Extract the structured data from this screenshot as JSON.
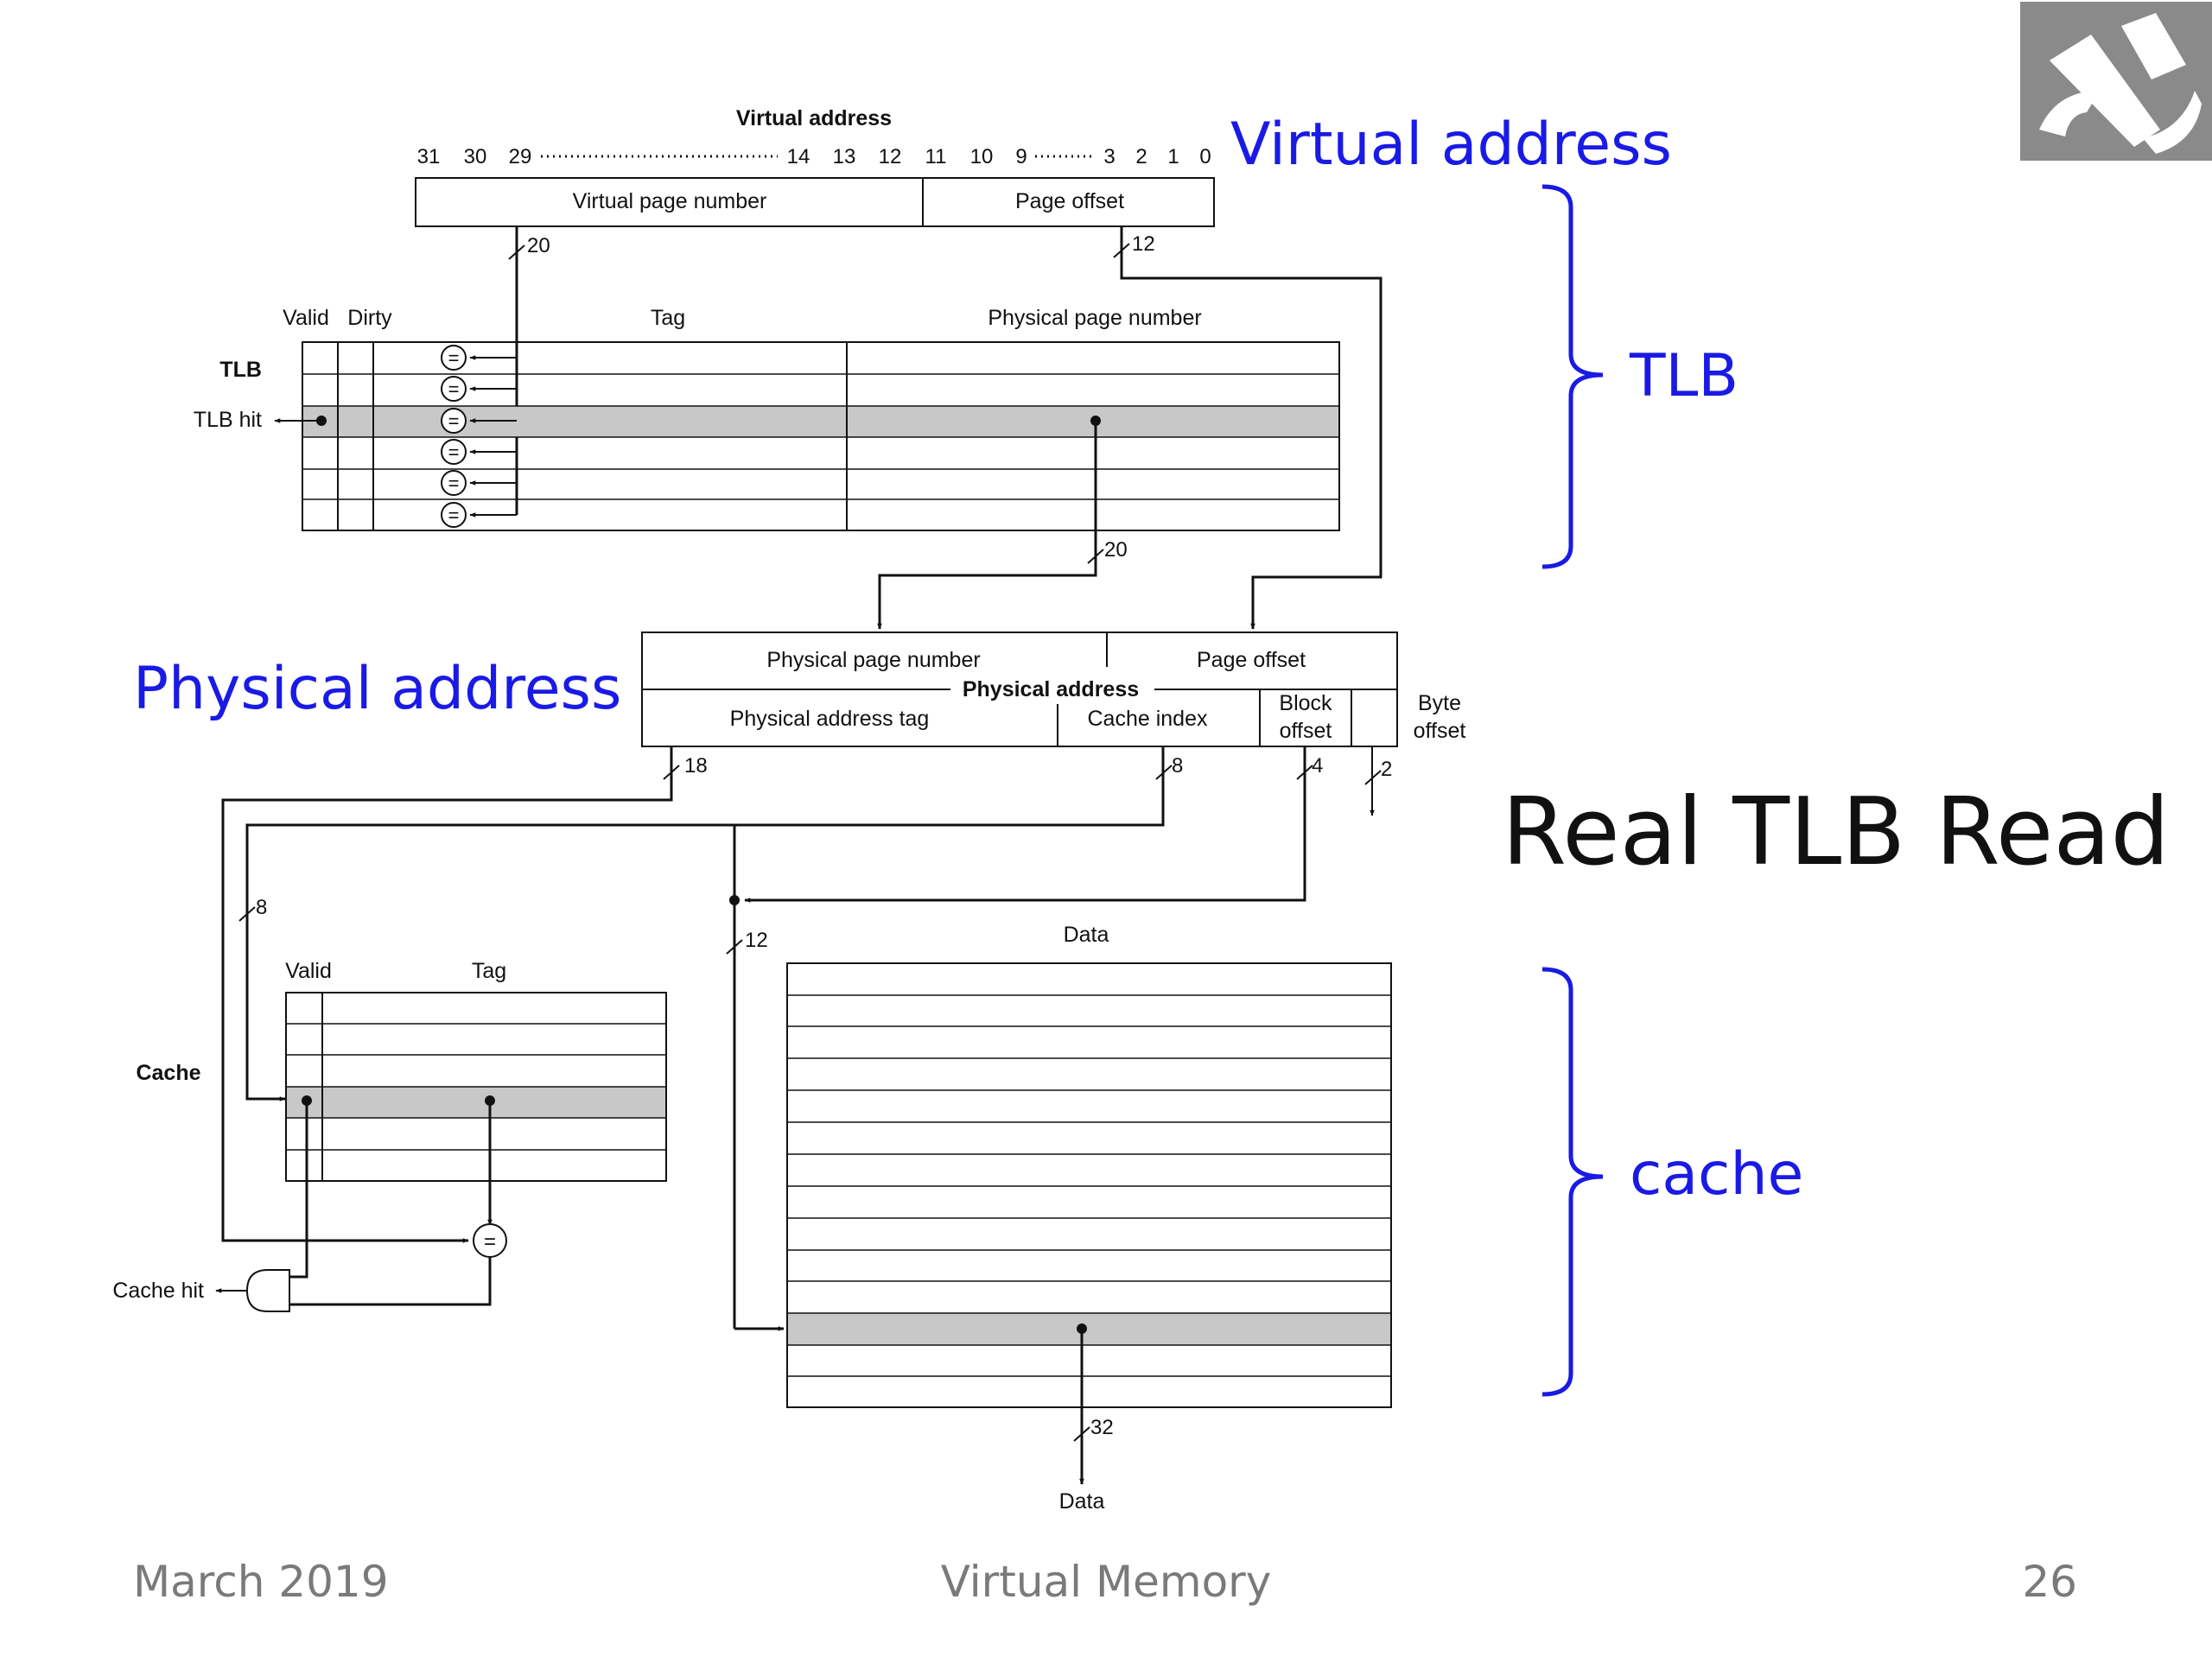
{
  "slide": {
    "title": "Real TLB Read",
    "footer_left": "March 2019",
    "footer_center": "Virtual Memory",
    "page_number": "26"
  },
  "annotations": {
    "virtual_address": "Virtual address",
    "physical_address": "Physical address",
    "tlb": "TLB",
    "cache": "cache",
    "color": "#1a1ae6"
  },
  "diagram": {
    "va_title": "Virtual address",
    "va_bits": [
      "31",
      "30",
      "29",
      "14",
      "13",
      "12",
      "11",
      "10",
      "9",
      "3",
      "2",
      "1",
      "0"
    ],
    "va_field_vpn": "Virtual page number",
    "va_field_offset": "Page offset",
    "width_20_vpn": "20",
    "width_12_offset": "12",
    "tlb_col_valid": "Valid",
    "tlb_col_dirty": "Dirty",
    "tlb_col_tag": "Tag",
    "tlb_col_ppn": "Physical page number",
    "tlb_label": "TLB",
    "tlb_hit": "TLB hit",
    "comparator": "=",
    "width_20_ppn": "20",
    "pa_field_ppn": "Physical page number",
    "pa_field_offset": "Page offset",
    "pa_title": "Physical address",
    "pa_field_tag": "Physical address tag",
    "pa_field_index": "Cache index",
    "pa_field_block": "Block offset",
    "pa_field_byte": "Byte offset",
    "width_18": "18",
    "width_8": "8",
    "width_4": "4",
    "width_2": "2",
    "width_8_index": "8",
    "width_12_data": "12",
    "cache_col_valid": "Valid",
    "cache_col_tag": "Tag",
    "cache_label": "Cache",
    "cache_hit": "Cache hit",
    "data_title": "Data",
    "width_32": "32",
    "data_out": "Data"
  }
}
